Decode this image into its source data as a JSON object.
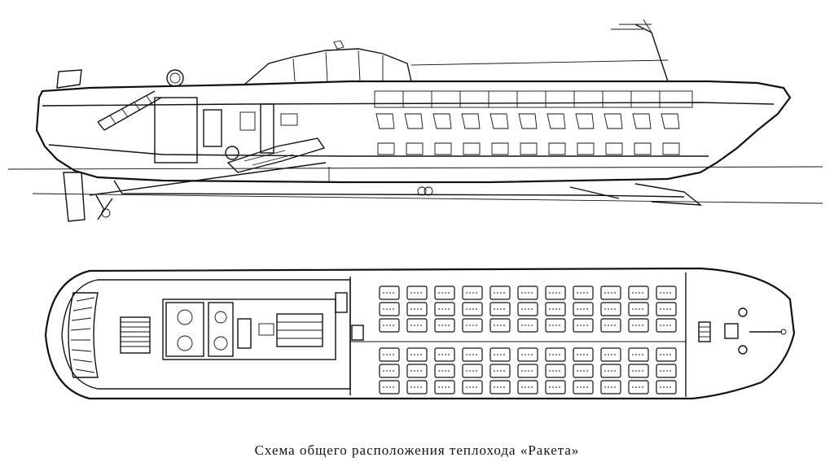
{
  "caption": "Схема общего расположения теплохода «Ракета»",
  "views": {
    "side": {
      "name": "side-elevation-section"
    },
    "plan": {
      "name": "deck-plan",
      "seat_rows_per_block": 3,
      "seat_columns": 11,
      "seat_blocks": 2
    }
  },
  "colors": {
    "ink": "#111111",
    "paper": "#ffffff"
  }
}
